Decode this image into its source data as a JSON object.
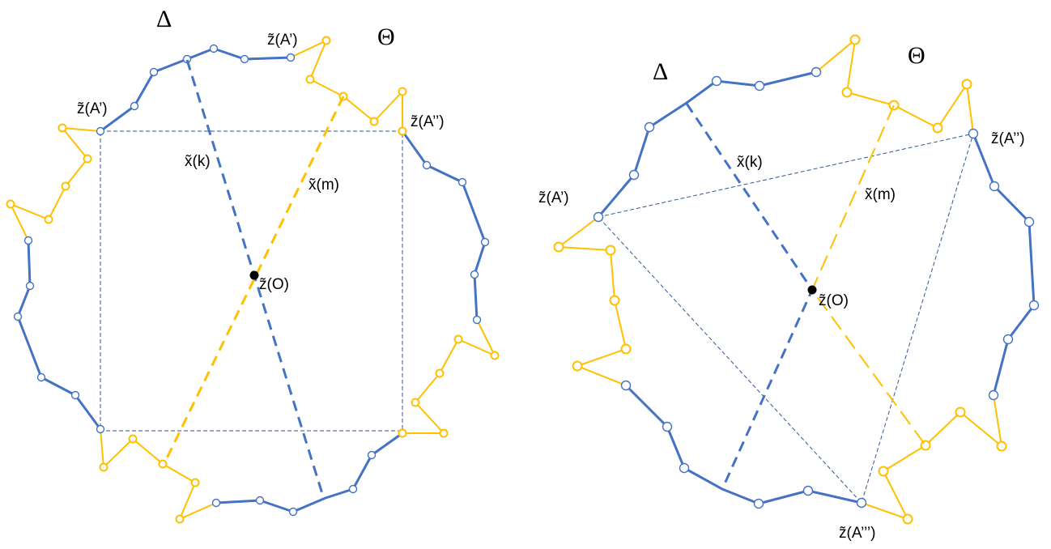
{
  "figure": {
    "left_panel": {
      "region_labels": {
        "delta": "Δ",
        "theta": "Θ"
      },
      "point_labels": {
        "a_prime_top": "z͂(A’)",
        "a_prime_left": "z͂(A’)",
        "a_double_prime": "z͂(A’’)",
        "center": "z͂(O)",
        "xk": "x͂(k)",
        "xm": "x͂(m)"
      }
    },
    "right_panel": {
      "region_labels": {
        "delta": "Δ",
        "theta": "Θ"
      },
      "point_labels": {
        "a_prime": "z͂(A’)",
        "a_double_prime": "z͂(A’’)",
        "a_triple_prime": "z͂(A’’’)",
        "center": "z͂(O)",
        "xk": "x͂(k)",
        "xm": "x͂(m)"
      }
    },
    "colors": {
      "delta_boundary": "#4472c4",
      "theta_boundary": "#ffc000",
      "chord": "#2f5597",
      "center": "#000000"
    }
  }
}
